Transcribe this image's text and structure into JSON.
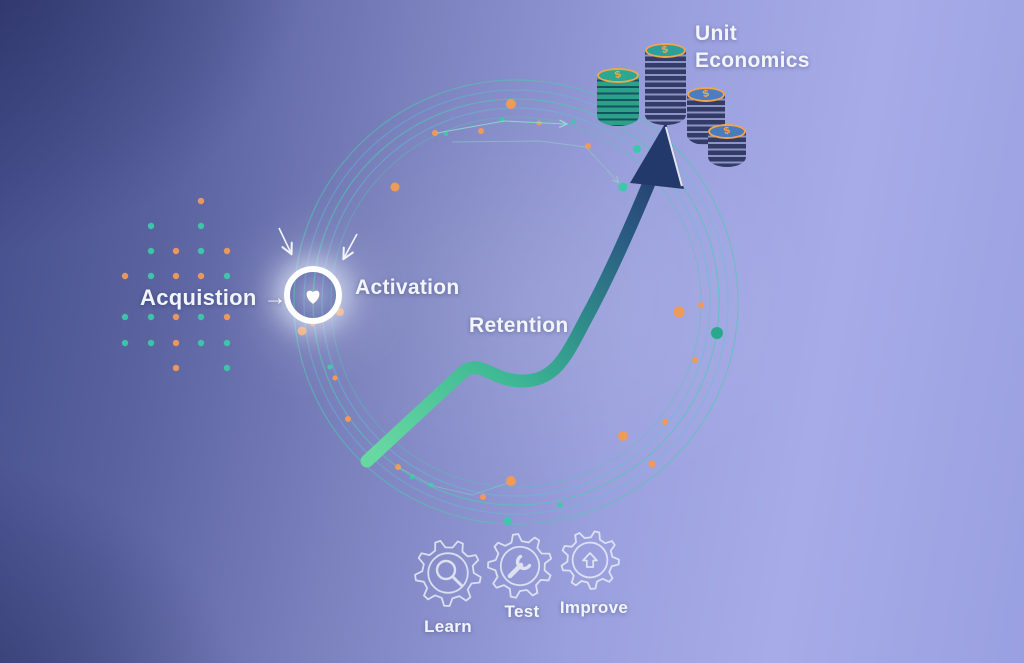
{
  "labels": {
    "acquisition": "Acquistion",
    "acquisition_arrow": "→",
    "activation": "Activation",
    "retention": "Retention",
    "unit_economics_line1": "Unit",
    "unit_economics_line2": "Economics"
  },
  "cycle": {
    "items": [
      {
        "label": "Learn",
        "icon": "magnifier-gear-icon"
      },
      {
        "label": "Test",
        "icon": "wrench-gear-icon"
      },
      {
        "label": "Improve",
        "icon": "up-arrow-gear-icon"
      }
    ]
  },
  "coins": {
    "symbol": "$",
    "stacks": [
      {
        "theme": "green",
        "coins": 7
      },
      {
        "theme": "navy",
        "coins": 10
      },
      {
        "theme": "navy",
        "coins": 7
      },
      {
        "theme": "navy",
        "coins": 5
      }
    ]
  },
  "palette": {
    "background_dark": "#454e8c",
    "background_light": "#a7ace8",
    "ring_teal": "#4fc9b2",
    "ring_cyan": "#5ac5cf",
    "dot_orange": "#f09a58",
    "dot_teal": "#3cc9a9",
    "curve_start_green": "#68d8a2",
    "curve_end_navy": "#24396b",
    "coin_rim_orange": "#f0a64f",
    "text_white": "#f3f5fc"
  }
}
